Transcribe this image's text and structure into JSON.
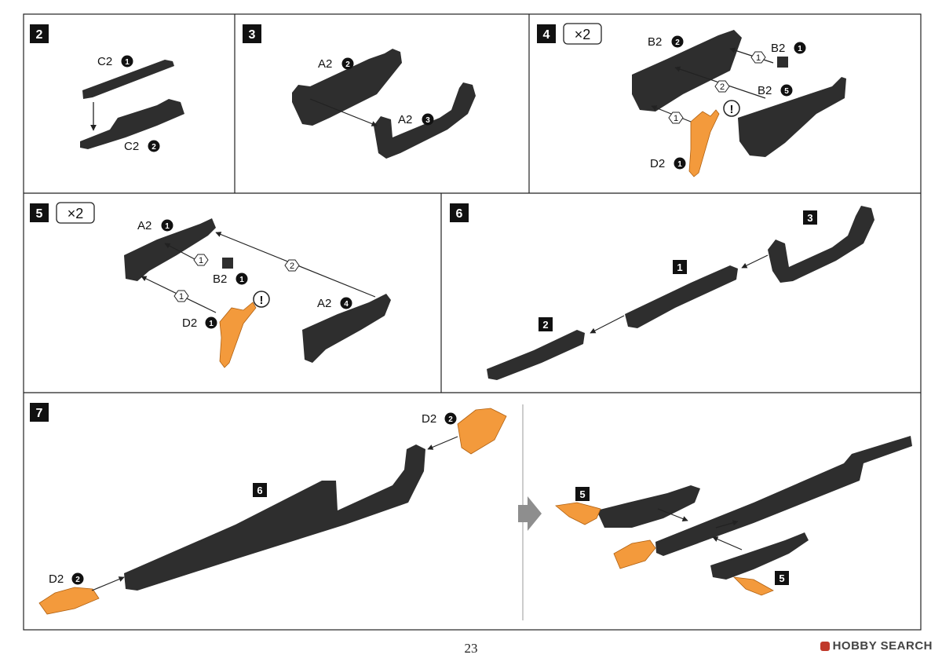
{
  "steps": [
    {
      "number": "2"
    },
    {
      "number": "3"
    },
    {
      "number": "4",
      "multiplier": "×2"
    },
    {
      "number": "5",
      "multiplier": "×2"
    },
    {
      "number": "6"
    },
    {
      "number": "7"
    }
  ],
  "part_labels": {
    "s2_c2_1": {
      "letter": "C2",
      "num": "1"
    },
    "s2_c2_2": {
      "letter": "C2",
      "num": "2"
    },
    "s3_a2_2": {
      "letter": "A2",
      "num": "2"
    },
    "s3_a2_3": {
      "letter": "A2",
      "num": "3"
    },
    "s4_b2_2": {
      "letter": "B2",
      "num": "2"
    },
    "s4_b2_1": {
      "letter": "B2",
      "num": "1"
    },
    "s4_b2_5": {
      "letter": "B2",
      "num": "5"
    },
    "s4_d2_1": {
      "letter": "D2",
      "num": "1"
    },
    "s5_a2_1": {
      "letter": "A2",
      "num": "1"
    },
    "s5_b2_1": {
      "letter": "B2",
      "num": "1"
    },
    "s5_d2_1": {
      "letter": "D2",
      "num": "1"
    },
    "s5_a2_4": {
      "letter": "A2",
      "num": "4"
    },
    "s7_d2_2a": {
      "letter": "D2",
      "num": "2"
    },
    "s7_d2_2b": {
      "letter": "D2",
      "num": "2"
    }
  },
  "sub_refs": {
    "s6_ref3": "3",
    "s6_ref1": "1",
    "s6_ref2": "2",
    "s7_ref6": "6",
    "s7_ref5a": "5",
    "s7_ref5b": "5"
  },
  "order_marks": {
    "s4_o1a": "1",
    "s4_o2": "2",
    "s4_o1b": "1",
    "s5_o1a": "1",
    "s5_o2": "2",
    "s5_o1b": "1"
  },
  "caution_mark": "!",
  "page_number": "23",
  "watermark": "HOBBY SEARCH",
  "colors": {
    "part_dark": "#2e2e2e",
    "part_orange": "#f39a3c",
    "line": "#333333",
    "arrow_gray": "#8e8e8e"
  }
}
